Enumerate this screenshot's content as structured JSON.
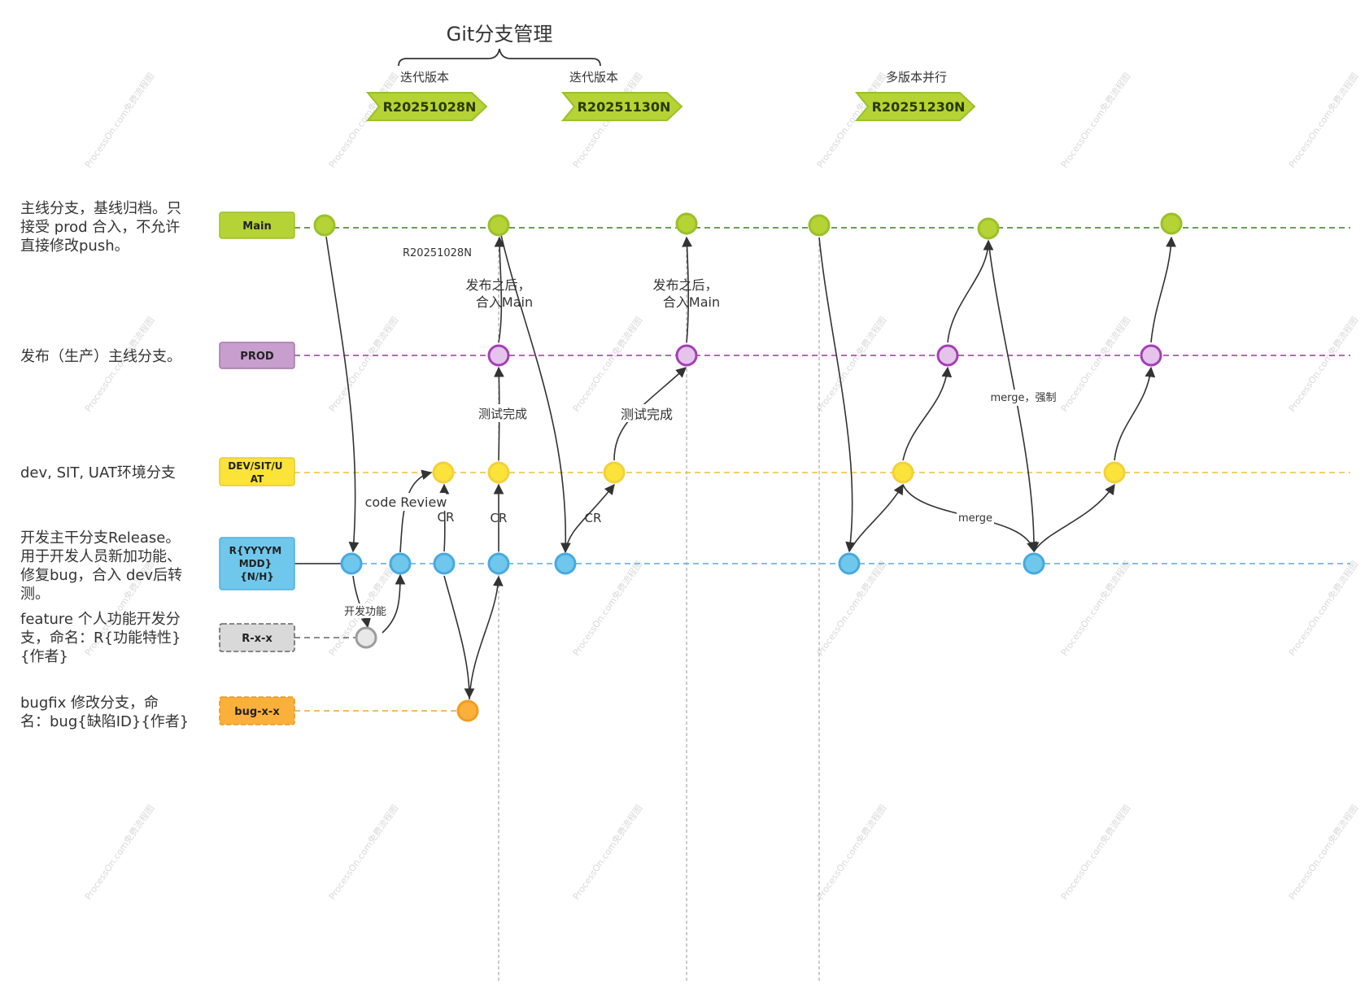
{
  "title": "Git分支管理",
  "watermark": "ProcessOn.com免费流程图",
  "colors": {
    "main": "#b5d334",
    "main_line": "#3a7d22",
    "prod": "#c79ecd",
    "prod_line": "#9c37a8",
    "dev": "#fce33a",
    "dev_line": "#f2bd3c",
    "release": "#6fc8ec",
    "release_line": "#5aa9e0",
    "feature": "#d6d6d6",
    "feature_line": "#777777",
    "bugfix": "#fbb03b",
    "bugfix_line": "#f0a330"
  },
  "versions": [
    {
      "caption": "迭代版本",
      "name": "R20251028N"
    },
    {
      "caption": "迭代版本",
      "name": "R20251130N"
    },
    {
      "caption": "多版本并行",
      "name": "R20251230N"
    }
  ],
  "lanes": [
    {
      "key": "main",
      "label": "Main",
      "desc": [
        "主线分支，基线归档。只",
        "接受 prod 合入，不允许",
        "直接修改push。"
      ]
    },
    {
      "key": "prod",
      "label": "PROD",
      "desc": [
        "发布（生产）主线分支。"
      ]
    },
    {
      "key": "dev",
      "label": [
        "DEV/SIT/U",
        "AT"
      ],
      "desc": [
        "dev, SIT, UAT环境分支"
      ]
    },
    {
      "key": "release",
      "label": [
        "R{YYYYM",
        "MDD}",
        "{N/H}"
      ],
      "desc": [
        "开发主干分支Release。",
        "用于开发人员新加功能、",
        "修复bug，合入 dev后转",
        "测。"
      ]
    },
    {
      "key": "feature",
      "label": "R-x-x",
      "desc": [
        "feature 个人功能开发分",
        "支，命名：R{功能特性}",
        "{作者}"
      ]
    },
    {
      "key": "bugfix",
      "label": "bug-x-x",
      "desc": [
        "bugfix 修改分支，命",
        "名：bug{缺陷ID}{作者}"
      ]
    }
  ],
  "annotations": {
    "main_version_note": "R20251028N",
    "release_to_main_1": [
      "发布之后，",
      "合入Main"
    ],
    "release_to_main_2": [
      "发布之后，",
      "合入Main"
    ],
    "test_done_1": "测试完成",
    "test_done_2": "测试完成",
    "code_review": "code Review",
    "cr_1": "CR",
    "cr_2": "CR",
    "cr_3": "CR",
    "dev_feature": "开发功能",
    "merge_force": "merge，强制",
    "merge": "merge"
  }
}
